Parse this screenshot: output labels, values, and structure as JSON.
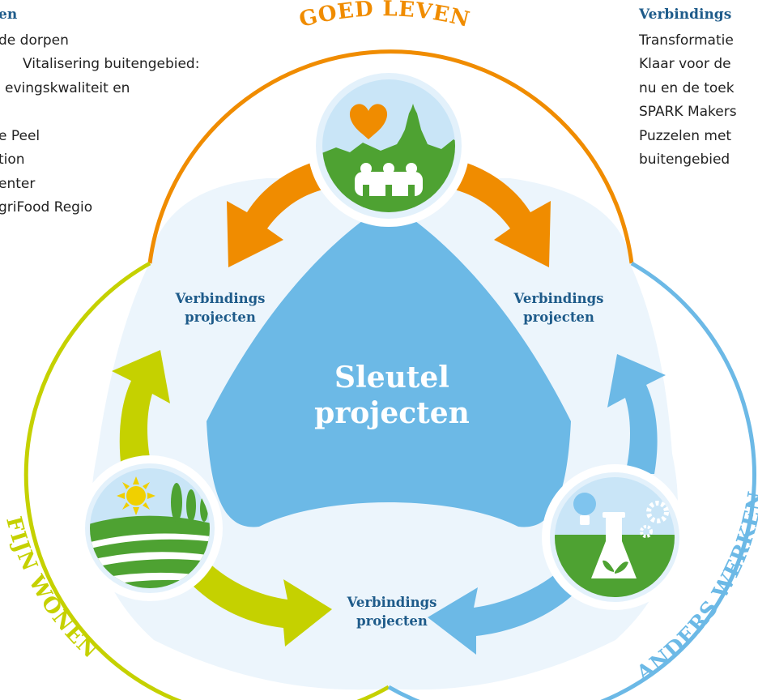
{
  "left_panel": {
    "heading": "en",
    "lines": [
      "de dorpen",
      "Vitalisering buitengebied:",
      "evingskwaliteit en",
      "",
      "e Peel",
      "tion",
      "enter",
      "griFood Regio"
    ]
  },
  "right_panel": {
    "heading": "Verbindings",
    "lines": [
      "Transformatie",
      "Klaar voor de",
      "nu en de toek",
      "SPARK Makers",
      "Puzzelen met",
      "buitengebied"
    ]
  },
  "themes": {
    "top": "GOED LEVEN",
    "left": "FIJN WONEN",
    "right": "ANDERS WERKEN"
  },
  "core": {
    "line1": "Sleutel",
    "line2": "projecten"
  },
  "connections": {
    "left": {
      "line1": "Verbindings",
      "line2": "projecten"
    },
    "right": {
      "line1": "Verbindings",
      "line2": "projecten"
    },
    "bottom": {
      "line1": "Verbindings",
      "line2": "projecten"
    }
  },
  "colors": {
    "orange": "#f08c00",
    "lime": "#c5d100",
    "sky": "#6cb9e6",
    "pale": "#ecf5fc",
    "core": "#6cb9e6",
    "navy": "#1e5b8a",
    "green": "#4ea232"
  },
  "icons": {
    "top": "village-heart-icon",
    "left": "countryside-sun-icon",
    "right": "innovation-lab-icon"
  }
}
